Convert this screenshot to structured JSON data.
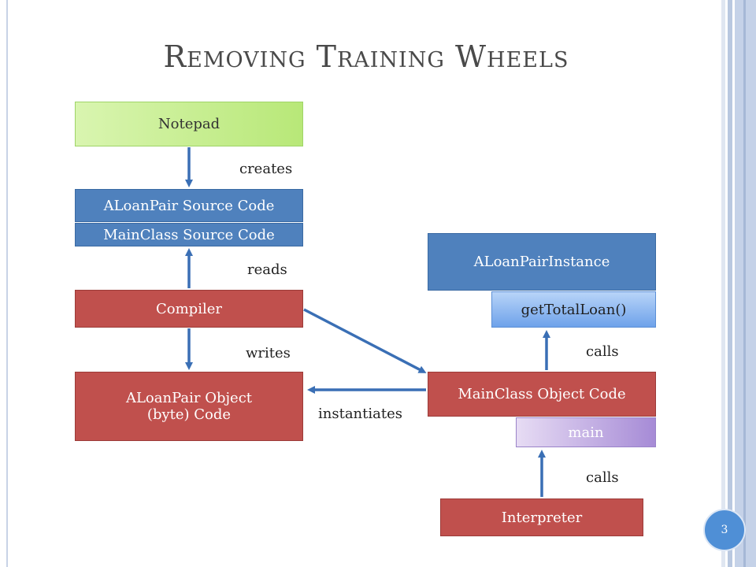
{
  "slide": {
    "title": "Removing Training Wheels",
    "page_number": "3"
  },
  "boxes": {
    "notepad": "Notepad",
    "aloanpair_source": "ALoanPair Source Code",
    "mainclass_source": "MainClass Source Code",
    "compiler": "Compiler",
    "aloanpair_object_line1": "ALoanPair Object",
    "aloanpair_object_line2": "(byte) Code",
    "aloanpair_instance": "ALoanPairInstance",
    "get_total_loan": "getTotalLoan()",
    "mainclass_object": "MainClass Object Code",
    "main": "main",
    "interpreter": "Interpreter"
  },
  "labels": {
    "creates": "creates",
    "reads": "reads",
    "writes": "writes",
    "instantiates": "instantiates",
    "calls_top": "calls",
    "calls_bottom": "calls"
  },
  "colors": {
    "blue": "#4f81bd",
    "red": "#c0504d",
    "arrow": "#3a6fb5"
  }
}
